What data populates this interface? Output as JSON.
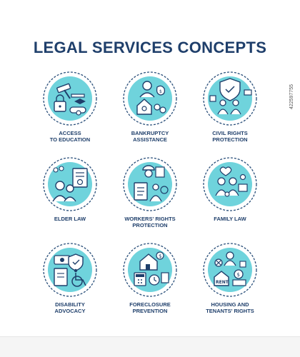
{
  "title": "LEGAL SERVICES CONCEPTS",
  "colors": {
    "accent": "#6fd3dc",
    "ink": "#1f3f6b",
    "ring": "#2a4f7a"
  },
  "stock_id": "422597755",
  "items": [
    {
      "label": "ACCESS\nTO EDUCATION",
      "icon": "gavel-lock-diploma-icon"
    },
    {
      "label": "BANKRUPTCY\nASSISTANCE",
      "icon": "person-house-money-icon"
    },
    {
      "label": "CIVIL RIGHTS\nPROTECTION",
      "icon": "shield-family-icon"
    },
    {
      "label": "ELDER LAW",
      "icon": "elder-couple-document-icon"
    },
    {
      "label": "WORKERS' RIGHTS\nPROTECTION",
      "icon": "worker-clipboard-icon"
    },
    {
      "label": "FAMILY LAW",
      "icon": "family-heart-icon"
    },
    {
      "label": "DISABILITY\nADVOCACY",
      "icon": "wheelchair-shield-icon"
    },
    {
      "label": "FORECLOSURE\nPREVENTION",
      "icon": "house-calculator-icon"
    },
    {
      "label": "HOUSING AND\nTENANTS' RIGHTS",
      "icon": "rent-house-tenant-icon"
    }
  ]
}
